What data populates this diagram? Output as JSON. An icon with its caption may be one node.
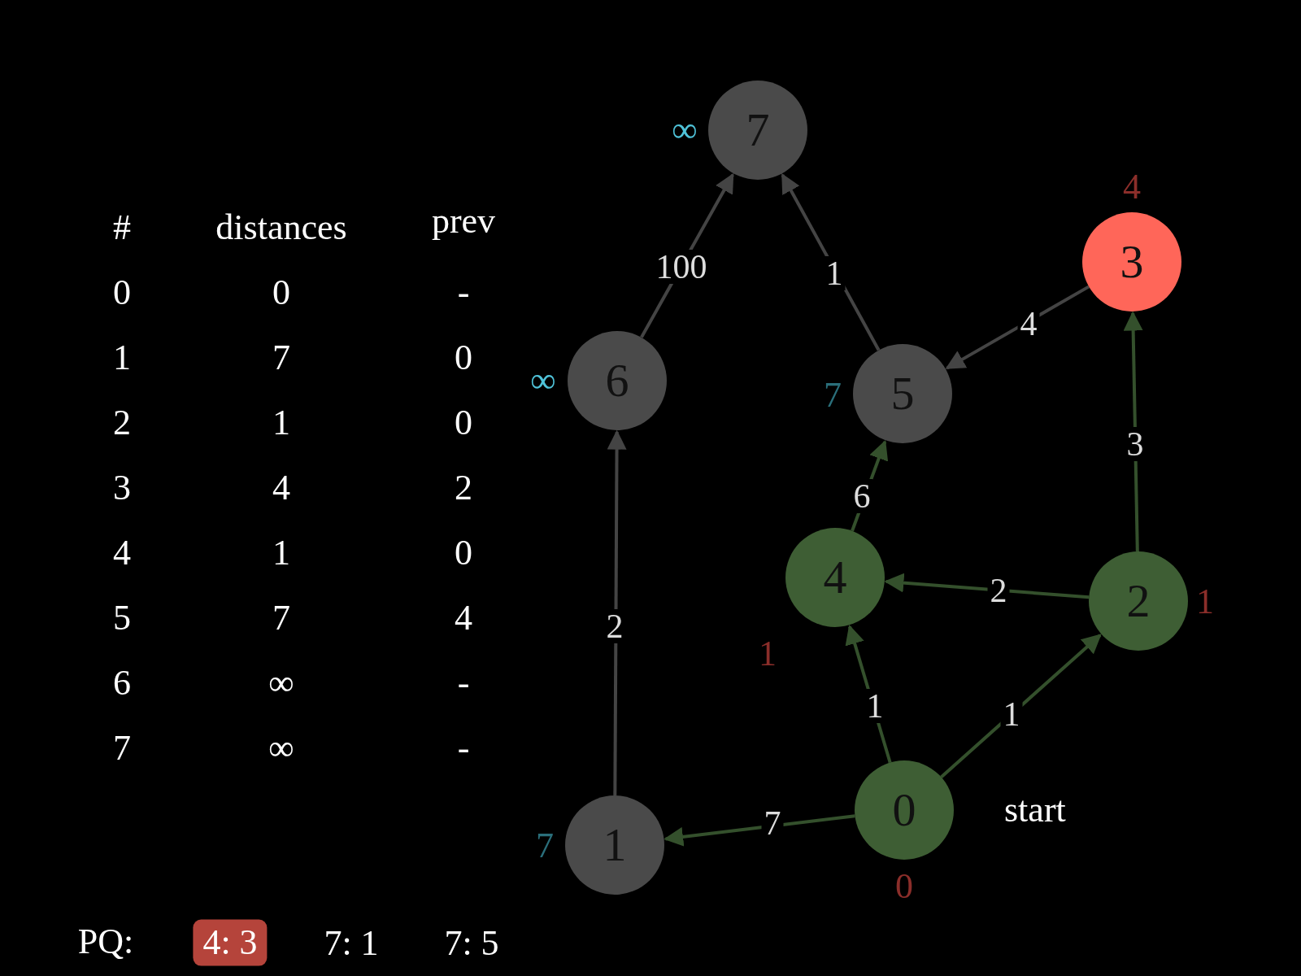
{
  "diagram": {
    "nodes": [
      {
        "text": [
          "0"
        ],
        "beside": [
          "start",
          "0"
        ]
      },
      {
        "text": [
          "1"
        ],
        "beside": [
          "7"
        ]
      },
      {
        "text": [
          "2"
        ],
        "beside": [
          "1"
        ]
      },
      {
        "text": [
          "3"
        ],
        "beside": [
          "4"
        ]
      },
      {
        "text": [
          "4"
        ],
        "beside": [
          "1"
        ]
      },
      {
        "text": [
          "5"
        ],
        "beside": [
          "7"
        ]
      },
      {
        "text": [
          "6"
        ],
        "beside": [
          "∞"
        ]
      },
      {
        "text": [
          "7"
        ],
        "beside": [
          "∞"
        ]
      },
      {
        "text": [
          "4: 3"
        ]
      }
    ],
    "edges": [
      {
        "from": 0,
        "to": 1,
        "arrow": "to",
        "label": "7"
      },
      {
        "from": 0,
        "to": 4,
        "arrow": "to",
        "label": "1"
      },
      {
        "from": 0,
        "to": 2,
        "arrow": "to",
        "label": "1"
      },
      {
        "from": 2,
        "to": 4,
        "arrow": "to",
        "label": "2"
      },
      {
        "from": 2,
        "to": 3,
        "arrow": "to",
        "label": "3"
      },
      {
        "from": 4,
        "to": 5,
        "arrow": "to",
        "label": "6"
      },
      {
        "from": 3,
        "to": 5,
        "arrow": "to",
        "label": "4",
        "color": "#444444"
      },
      {
        "from": 5,
        "to": 7,
        "arrow": "to",
        "label": "1",
        "color": "#444444"
      },
      {
        "from": 6,
        "to": 7,
        "arrow": "to",
        "label": "100",
        "color": "#444444"
      },
      {
        "from": 1,
        "to": 6,
        "arrow": "to",
        "label": "2",
        "color": "#444444"
      }
    ],
    "labels": [
      "#",
      "distances",
      "prev",
      "0",
      "0",
      "-",
      "1",
      "7",
      "0",
      "2",
      "1",
      "0",
      "3",
      "4",
      "2",
      "4",
      "1",
      "0",
      "5",
      "7",
      "4",
      "6",
      "∞",
      "-",
      "7",
      "∞",
      "-",
      "PQ:",
      "7: 1",
      "7: 5"
    ]
  }
}
